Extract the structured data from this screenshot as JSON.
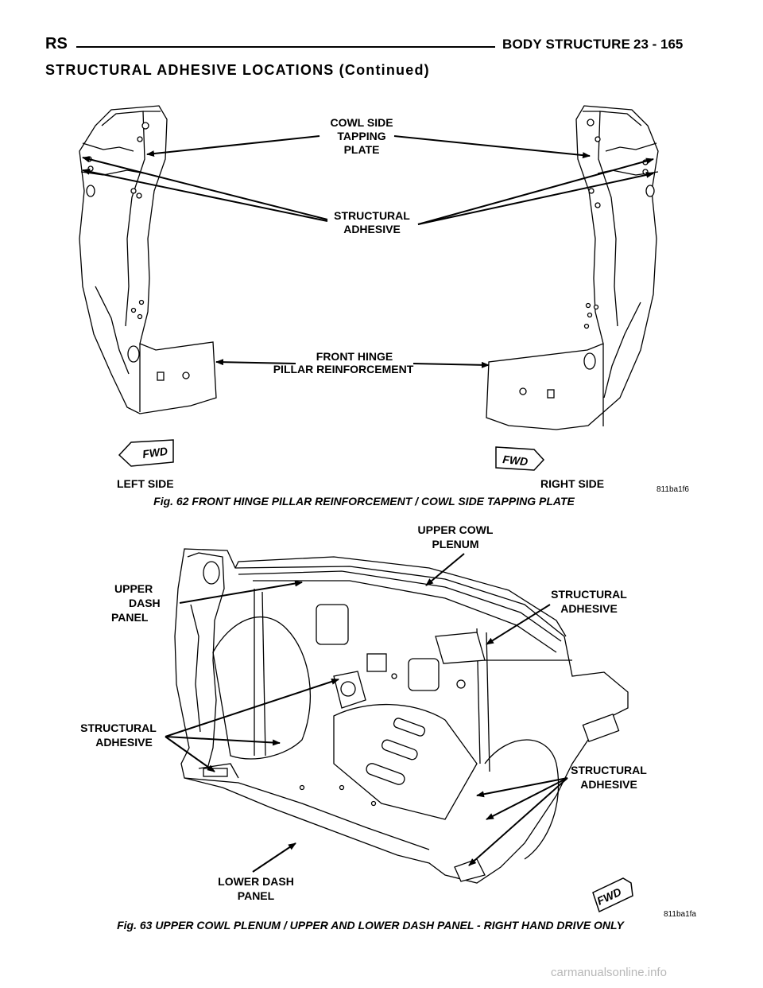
{
  "header": {
    "left": "RS",
    "title": "BODY STRUCTURE",
    "page": "23 - 165"
  },
  "section_title": "STRUCTURAL ADHESIVE LOCATIONS (Continued)",
  "figure62": {
    "labels": {
      "cowl_side_1": "COWL SIDE",
      "cowl_side_2": "TAPPING",
      "cowl_side_3": "PLATE",
      "adhesive_1": "STRUCTURAL",
      "adhesive_2": "ADHESIVE",
      "hinge_1": "FRONT HINGE",
      "hinge_2": "PILLAR REINFORCEMENT",
      "left_side": "LEFT SIDE",
      "right_side": "RIGHT SIDE",
      "fwd": "FWD"
    },
    "code": "811ba1f6",
    "caption": "Fig. 62 FRONT HINGE PILLAR REINFORCEMENT / COWL SIDE TAPPING PLATE"
  },
  "figure63": {
    "labels": {
      "upper_cowl_1": "UPPER COWL",
      "upper_cowl_2": "PLENUM",
      "upper_dash_1": "UPPER",
      "upper_dash_2": "DASH",
      "upper_dash_3": "PANEL",
      "adhesive_a_1": "STRUCTURAL",
      "adhesive_a_2": "ADHESIVE",
      "adhesive_b_1": "STRUCTURAL",
      "adhesive_b_2": "ADHESIVE",
      "adhesive_c_1": "STRUCTURAL",
      "adhesive_c_2": "ADHESIVE",
      "lower_dash_1": "LOWER DASH",
      "lower_dash_2": "PANEL",
      "fwd": "FWD"
    },
    "code": "811ba1fa",
    "caption": "Fig. 63 UPPER COWL PLENUM / UPPER AND LOWER DASH PANEL - RIGHT HAND DRIVE ONLY"
  },
  "watermark": "carmanualsonline.info"
}
